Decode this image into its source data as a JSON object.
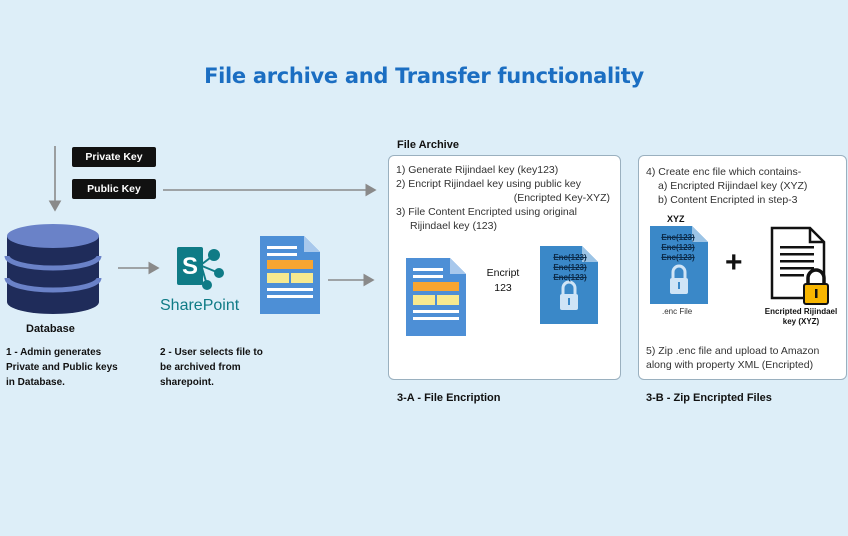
{
  "title": "File archive and Transfer functionality",
  "keys": {
    "private_key": "Private Key",
    "public_key": "Public Key"
  },
  "database": {
    "label": "Database",
    "step1": [
      "1 - Admin generates",
      "Private and Public keys",
      "in Database."
    ]
  },
  "sharepoint": {
    "logo_text": "SharePoint",
    "step2": [
      "2 - User selects file to",
      "be archived from",
      "sharepoint."
    ]
  },
  "file_archive": {
    "heading": "File Archive",
    "steps": [
      "1) Generate Rijindael key (key123)",
      "2) Encript Rijindael key using public key",
      "(Encripted Key-XYZ)",
      "3) File Content Encripted using original",
      "Rijindael key (123)"
    ],
    "encript_label": "Encript",
    "encript_value": "123",
    "enc_lines": [
      "Enc(123)",
      "Enc(123)",
      "Enc(123)"
    ],
    "section_label": "3-A - File Encription"
  },
  "zip": {
    "steps": [
      "4) Create enc file which contains-",
      "a) Encripted Rijindael key (XYZ)",
      "b) Content Encripted in step-3"
    ],
    "xyz_label": "XYZ",
    "enc_lines": [
      "Enc(123)",
      "Enc(123)",
      "Enc(123)"
    ],
    "enc_file_label": ".enc File",
    "plus": "+",
    "key_file_label": [
      "Encripted Rijindael",
      "key (XYZ)"
    ],
    "step5": [
      "5) Zip .enc file and upload to Amazon",
      "along with property XML (Encripted)"
    ],
    "section_label": "3-B - Zip Encripted Files"
  },
  "colors": {
    "title": "#1b6ec2",
    "background": "#ddeef8",
    "db_dark": "#1f2c5a",
    "db_light": "#6a82c8",
    "doc_blue": "#4d8fd6",
    "doc_orange": "#f7a531",
    "sharepoint": "#0f7b86",
    "enc_blue": "#3a88c8"
  }
}
